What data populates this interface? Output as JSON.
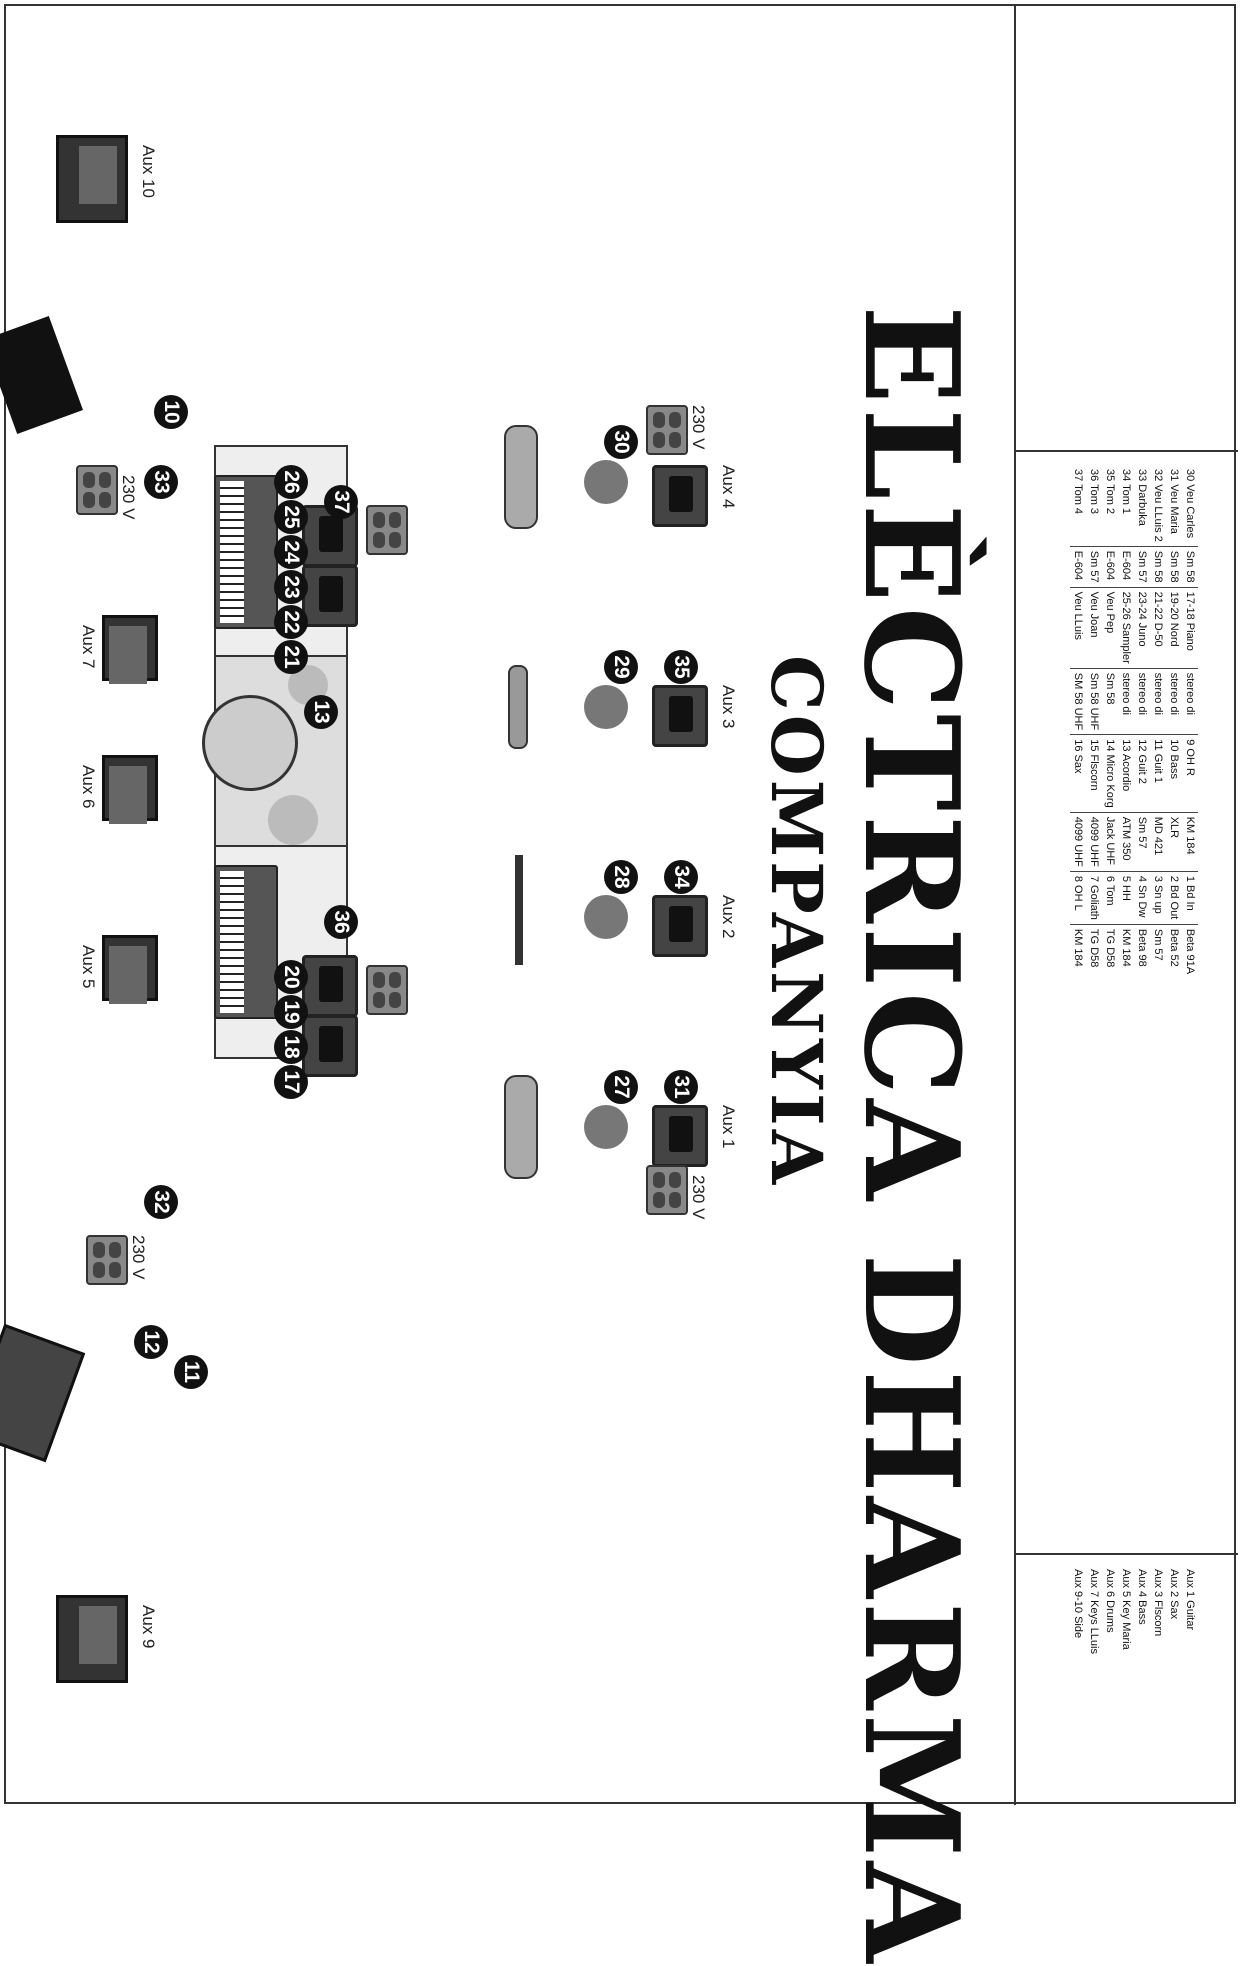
{
  "monitors": {
    "aux10": "Aux 10",
    "aux9": "Aux 9",
    "aux7": "Aux 7",
    "aux6": "Aux 6",
    "aux5": "Aux 5",
    "aux4": "Aux 4",
    "aux3": "Aux 3",
    "aux2": "Aux 2",
    "aux1": "Aux 1"
  },
  "power_label": "230 V",
  "di_label": "STEREO DI",
  "numbers": [
    "10",
    "11",
    "12",
    "13",
    "17",
    "18",
    "19",
    "20",
    "21",
    "22",
    "23",
    "24",
    "25",
    "26",
    "27",
    "28",
    "29",
    "30",
    "31",
    "32",
    "33",
    "34",
    "35",
    "36",
    "37"
  ],
  "title": {
    "companyia": "COMPANYIA",
    "name": "ELÈCTRICA DHARMA"
  },
  "legend": [
    "Aux 1 Guitar",
    "Aux 2 Sax",
    "Aux 3 Flscorn",
    "Aux 4 Bass",
    "Aux 5 Key Maria",
    "Aux 6 Drums",
    "Aux 7 Keys LLuis",
    "Aux 9-10 Side"
  ],
  "input_list": {
    "col1": [
      [
        "1 Bd In",
        "Beta 91A"
      ],
      [
        "2 Bd Out",
        "Beta 52"
      ],
      [
        "3 Sn up",
        "Sm 57"
      ],
      [
        "4 Sn Dw",
        "Beta 98"
      ],
      [
        "5 HH",
        "KM 184"
      ],
      [
        "6 Tom",
        "TG D58"
      ],
      [
        "7 Goliath",
        "TG D58"
      ],
      [
        "8 OH L",
        "KM 184"
      ]
    ],
    "col2": [
      [
        "9 OH R",
        "KM 184"
      ],
      [
        "10 Bass",
        "XLR"
      ],
      [
        "11 Guit 1",
        "MD 421"
      ],
      [
        "12 Guit 2",
        "Sm 57"
      ],
      [
        "13 Acordio",
        "ATM 350"
      ],
      [
        "14 Micro Korg",
        "Jack UHF"
      ],
      [
        "15 Flscorn",
        "4099 UHF"
      ],
      [
        "16 Sax",
        "4099 UHF"
      ]
    ],
    "col3": [
      [
        "17-18 Piano",
        "stereo di"
      ],
      [
        "19-20 Nord",
        "stereo di"
      ],
      [
        "21-22 D-50",
        "stereo di"
      ],
      [
        "23-24 Juno",
        "stereo di"
      ],
      [
        "25-26 Sampler",
        "stereo di"
      ],
      [
        "Veu Pep",
        "Sm 58"
      ],
      [
        "Veu Joan",
        "Sm 58 UHF"
      ],
      [
        "Veu LLuis",
        "SM 58 UHF"
      ]
    ],
    "col4": [
      [
        "30 Veu Carles",
        "Sm 58"
      ],
      [
        "31 Veu Maria",
        "Sm 58"
      ],
      [
        "32 Veu LLuis 2",
        "Sm 58"
      ],
      [
        "33 Darbuka",
        "Sm 57"
      ],
      [
        "34 Tom 1",
        "E-604"
      ],
      [
        "35 Tom 2",
        "E-604"
      ],
      [
        "36 Tom 3",
        "Sm 57"
      ],
      [
        "37 Tom 4",
        "E-604"
      ]
    ]
  }
}
